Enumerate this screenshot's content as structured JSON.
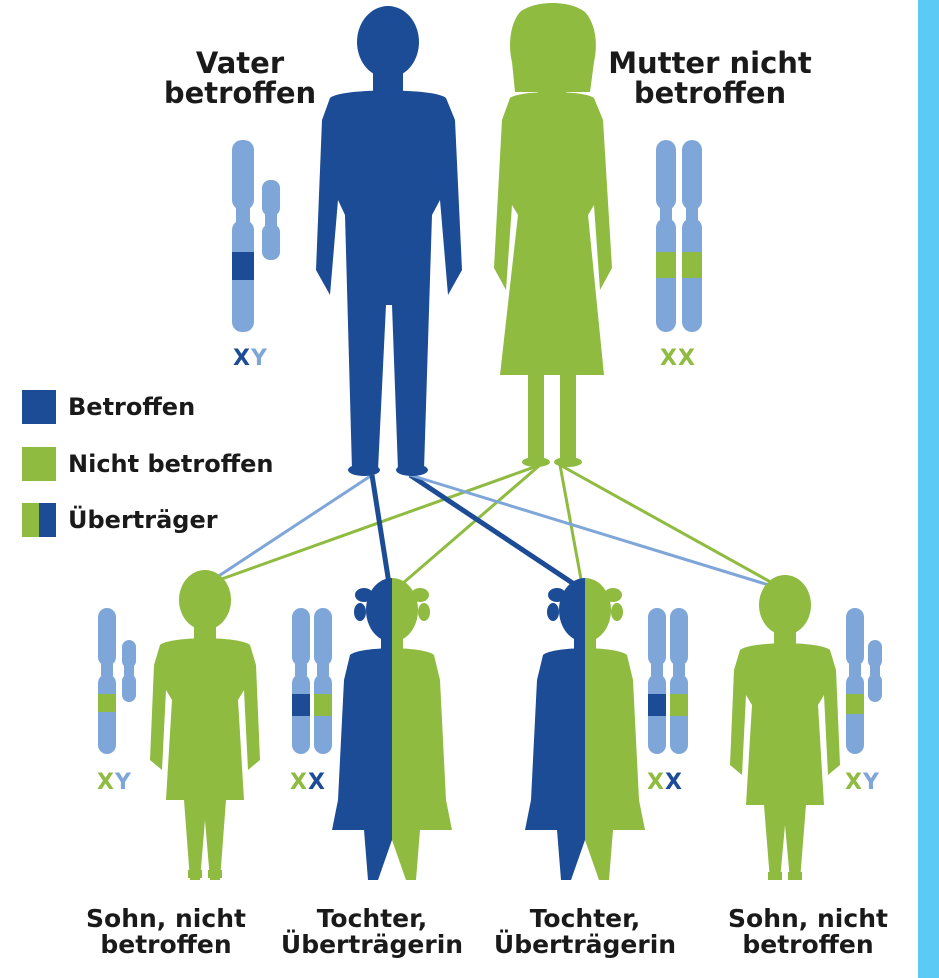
{
  "colors": {
    "affected": "#1c4c96",
    "unaffected": "#8ebb40",
    "chromosome": "#7fa6d8",
    "sidebar": "#5bcbf5",
    "text": "#1a1a1a"
  },
  "parents": {
    "father": {
      "line1": "Vater",
      "line2": "betroffen",
      "chromosomes": {
        "first": "X",
        "second": "Y"
      }
    },
    "mother": {
      "line1": "Mutter nicht",
      "line2": "betroffen",
      "chromosomes": {
        "first": "X",
        "second": "X"
      }
    }
  },
  "legend": [
    {
      "label": "Betroffen",
      "swatch": "affected"
    },
    {
      "label": "Nicht betroffen",
      "swatch": "unaffected"
    },
    {
      "label": "Überträger",
      "swatch": "carrier"
    }
  ],
  "children": [
    {
      "line1": "Sohn, nicht",
      "line2": "betroffen",
      "chromosomes": {
        "first": "X",
        "second": "Y"
      }
    },
    {
      "line1": "Tochter,",
      "line2": "Überträgerin",
      "chromosomes": {
        "first": "X",
        "second": "X"
      }
    },
    {
      "line1": "Tochter,",
      "line2": "Überträgerin",
      "chromosomes": {
        "first": "X",
        "second": "X"
      }
    },
    {
      "line1": "Sohn, nicht",
      "line2": "betroffen",
      "chromosomes": {
        "first": "X",
        "second": "Y"
      }
    }
  ]
}
